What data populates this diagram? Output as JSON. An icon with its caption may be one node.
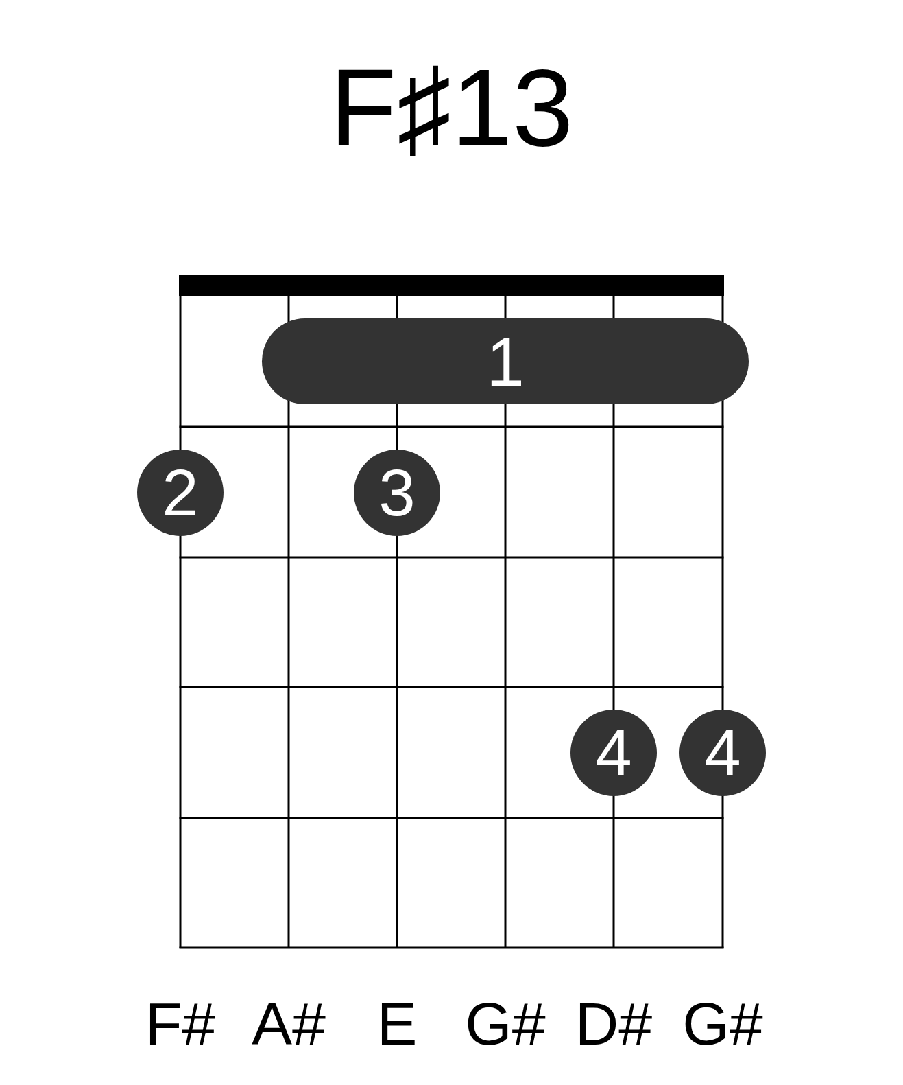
{
  "diagram": {
    "title": "F♯13",
    "nodes": [
      {
        "text": [
          "1"
        ]
      },
      {
        "text": [
          "2"
        ]
      },
      {
        "text": [
          "3"
        ]
      },
      {
        "text": [
          "4"
        ]
      },
      {
        "text": [
          "4"
        ]
      }
    ],
    "labels": [
      "F#",
      "A#",
      "E",
      "G#",
      "D#",
      "G#"
    ]
  }
}
